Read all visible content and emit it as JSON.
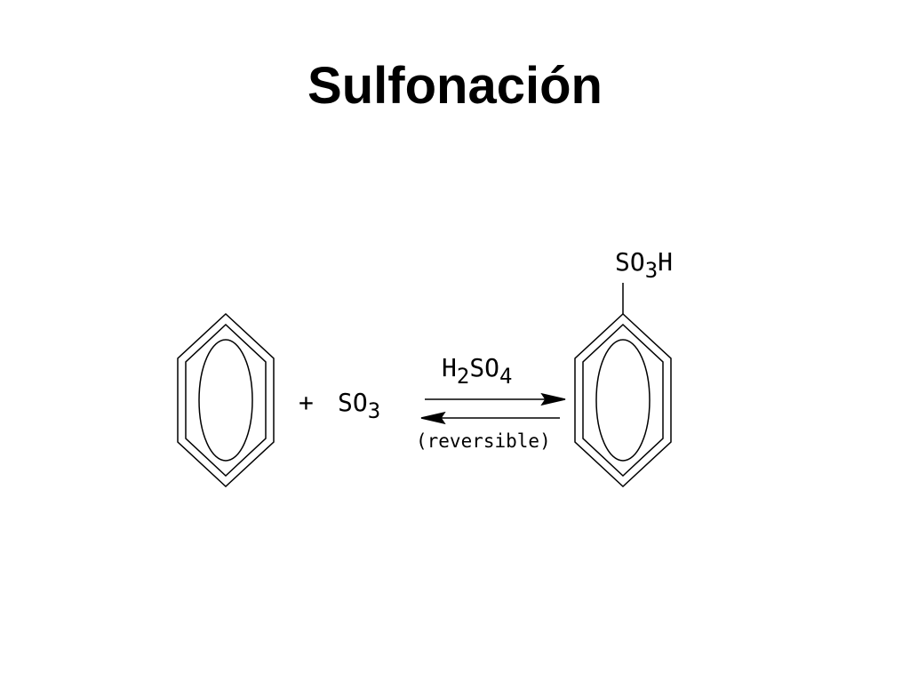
{
  "slide": {
    "title": "Sulfonación"
  },
  "reaction": {
    "plus": "+",
    "reagent": {
      "symbol": "SO",
      "subscript": "3"
    },
    "catalyst": {
      "parts": [
        "H",
        "2",
        "SO",
        "4"
      ]
    },
    "condition": "(reversible)",
    "substituent": {
      "symbol": "SO",
      "subscript": "3",
      "suffix": "H"
    }
  },
  "colors": {
    "ink": "#000000",
    "background": "#ffffff"
  }
}
